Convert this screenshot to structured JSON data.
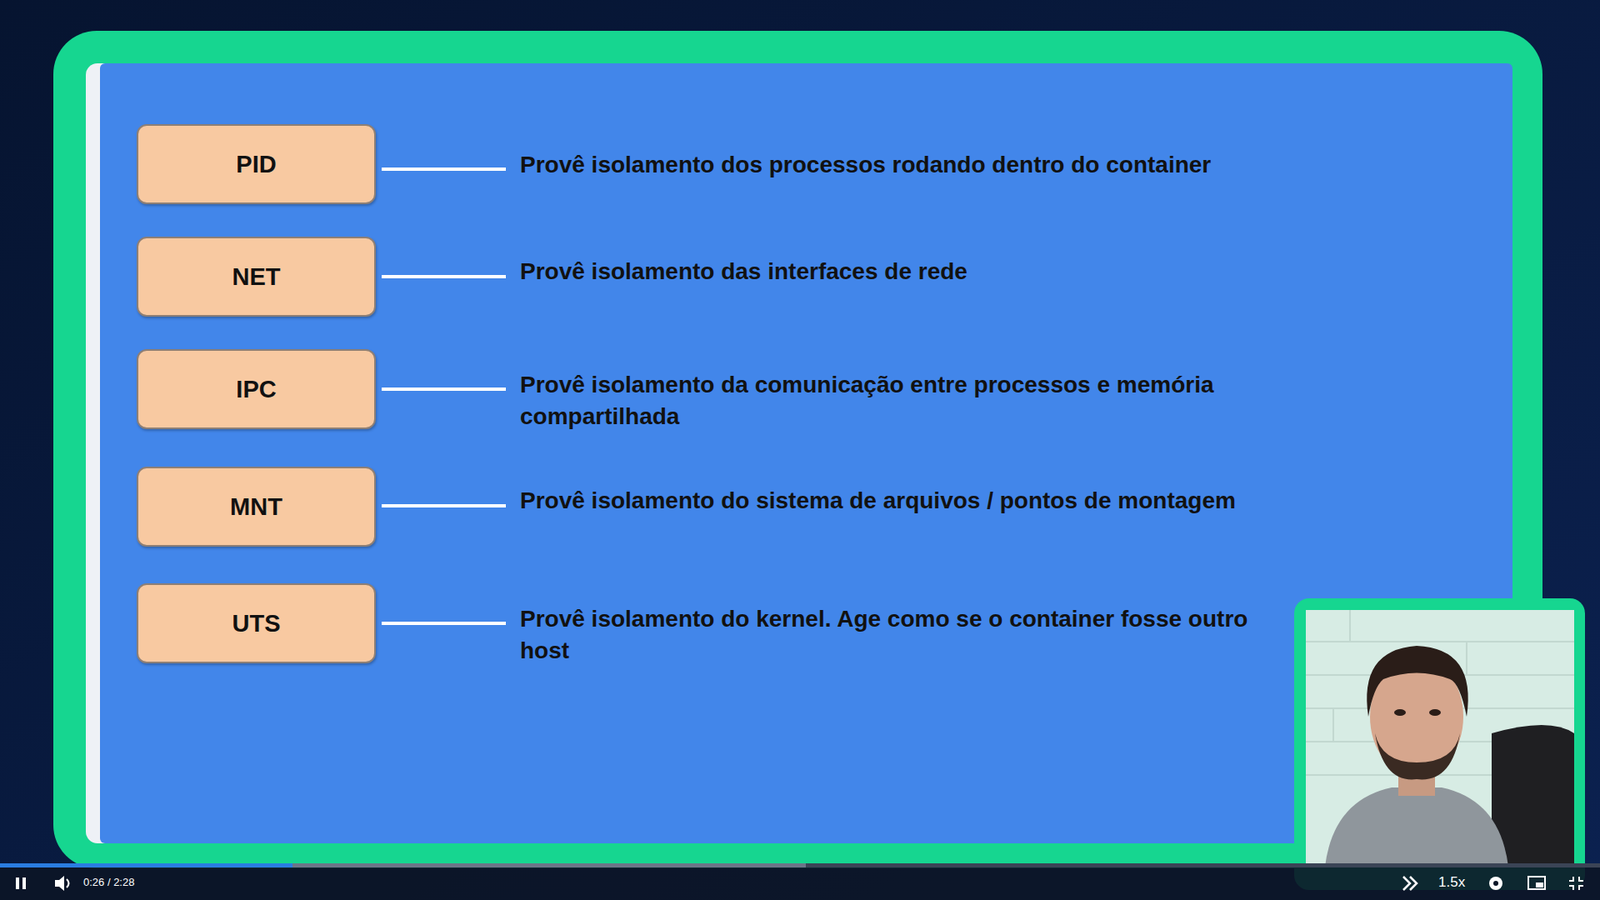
{
  "diagram": {
    "nodes": [
      {
        "text": [
          "PID"
        ]
      },
      {
        "text": [
          "NET"
        ]
      },
      {
        "text": [
          "IPC"
        ]
      },
      {
        "text": [
          "MNT"
        ]
      },
      {
        "text": [
          "UTS"
        ]
      }
    ],
    "labels": [
      "Provê isolamento dos processos rodando dentro do container",
      "Provê isolamento das interfaces de rede",
      "Provê isolamento da comunicação entre processos e memória compartilhada",
      "Provê isolamento do sistema de arquivos / pontos de montagem",
      "Provê isolamento do kernel. Age como se o container fosse outro host",
      "0:26 / 2:28",
      "1.5x"
    ]
  }
}
